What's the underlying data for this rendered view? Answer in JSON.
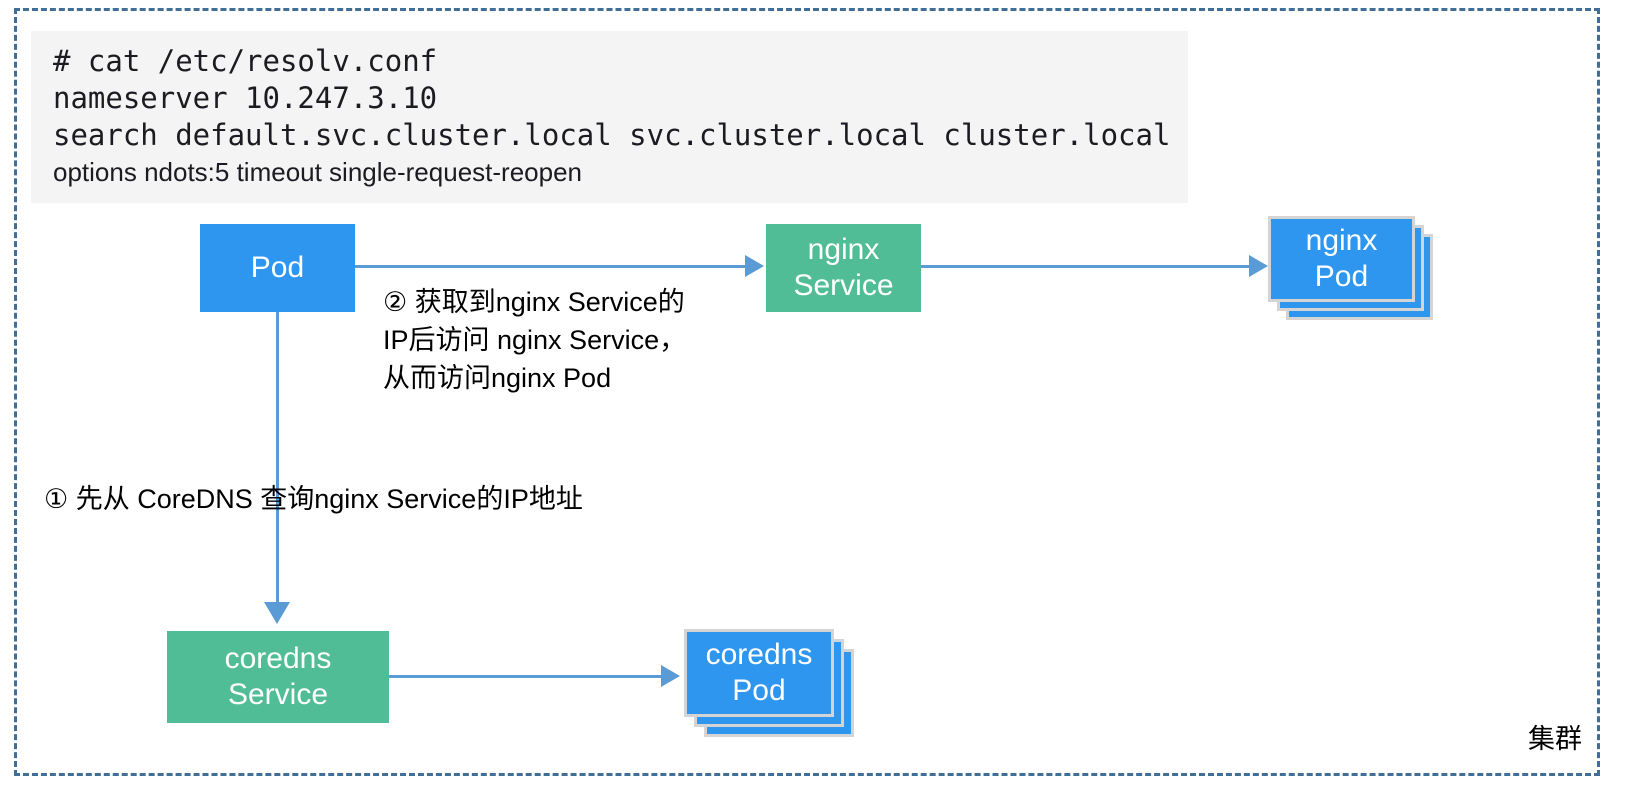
{
  "cluster": {
    "label": "集群",
    "border_color": "#3f6e96"
  },
  "resolv": {
    "background": "#f4f4f4",
    "lines": [
      "# cat /etc/resolv.conf",
      "nameserver 10.247.3.10",
      "search default.svc.cluster.local svc.cluster.local cluster.local",
      "options ndots:5 timeout single-request-reopen"
    ]
  },
  "nodes": {
    "pod": {
      "label": "Pod",
      "color": "#2f96f0"
    },
    "nginx_service": {
      "line1": "nginx",
      "line2": "Service",
      "color": "#50bd97"
    },
    "nginx_pod": {
      "line1": "nginx",
      "line2": "Pod",
      "color": "#2f96f0"
    },
    "coredns_service": {
      "line1": "coredns",
      "line2": "Service",
      "color": "#50bd97"
    },
    "coredns_pod": {
      "line1": "coredns",
      "line2": "Pod",
      "color": "#2f96f0"
    }
  },
  "annotations": {
    "step_two": {
      "line1": "② 获取到nginx Service的",
      "line2": "IP后访问  nginx Service，",
      "line3": "从而访问nginx Pod"
    },
    "step_one": "① 先从 CoreDNS 查询nginx Service的IP地址"
  },
  "arrows": {
    "color": "#5b9bd5"
  }
}
